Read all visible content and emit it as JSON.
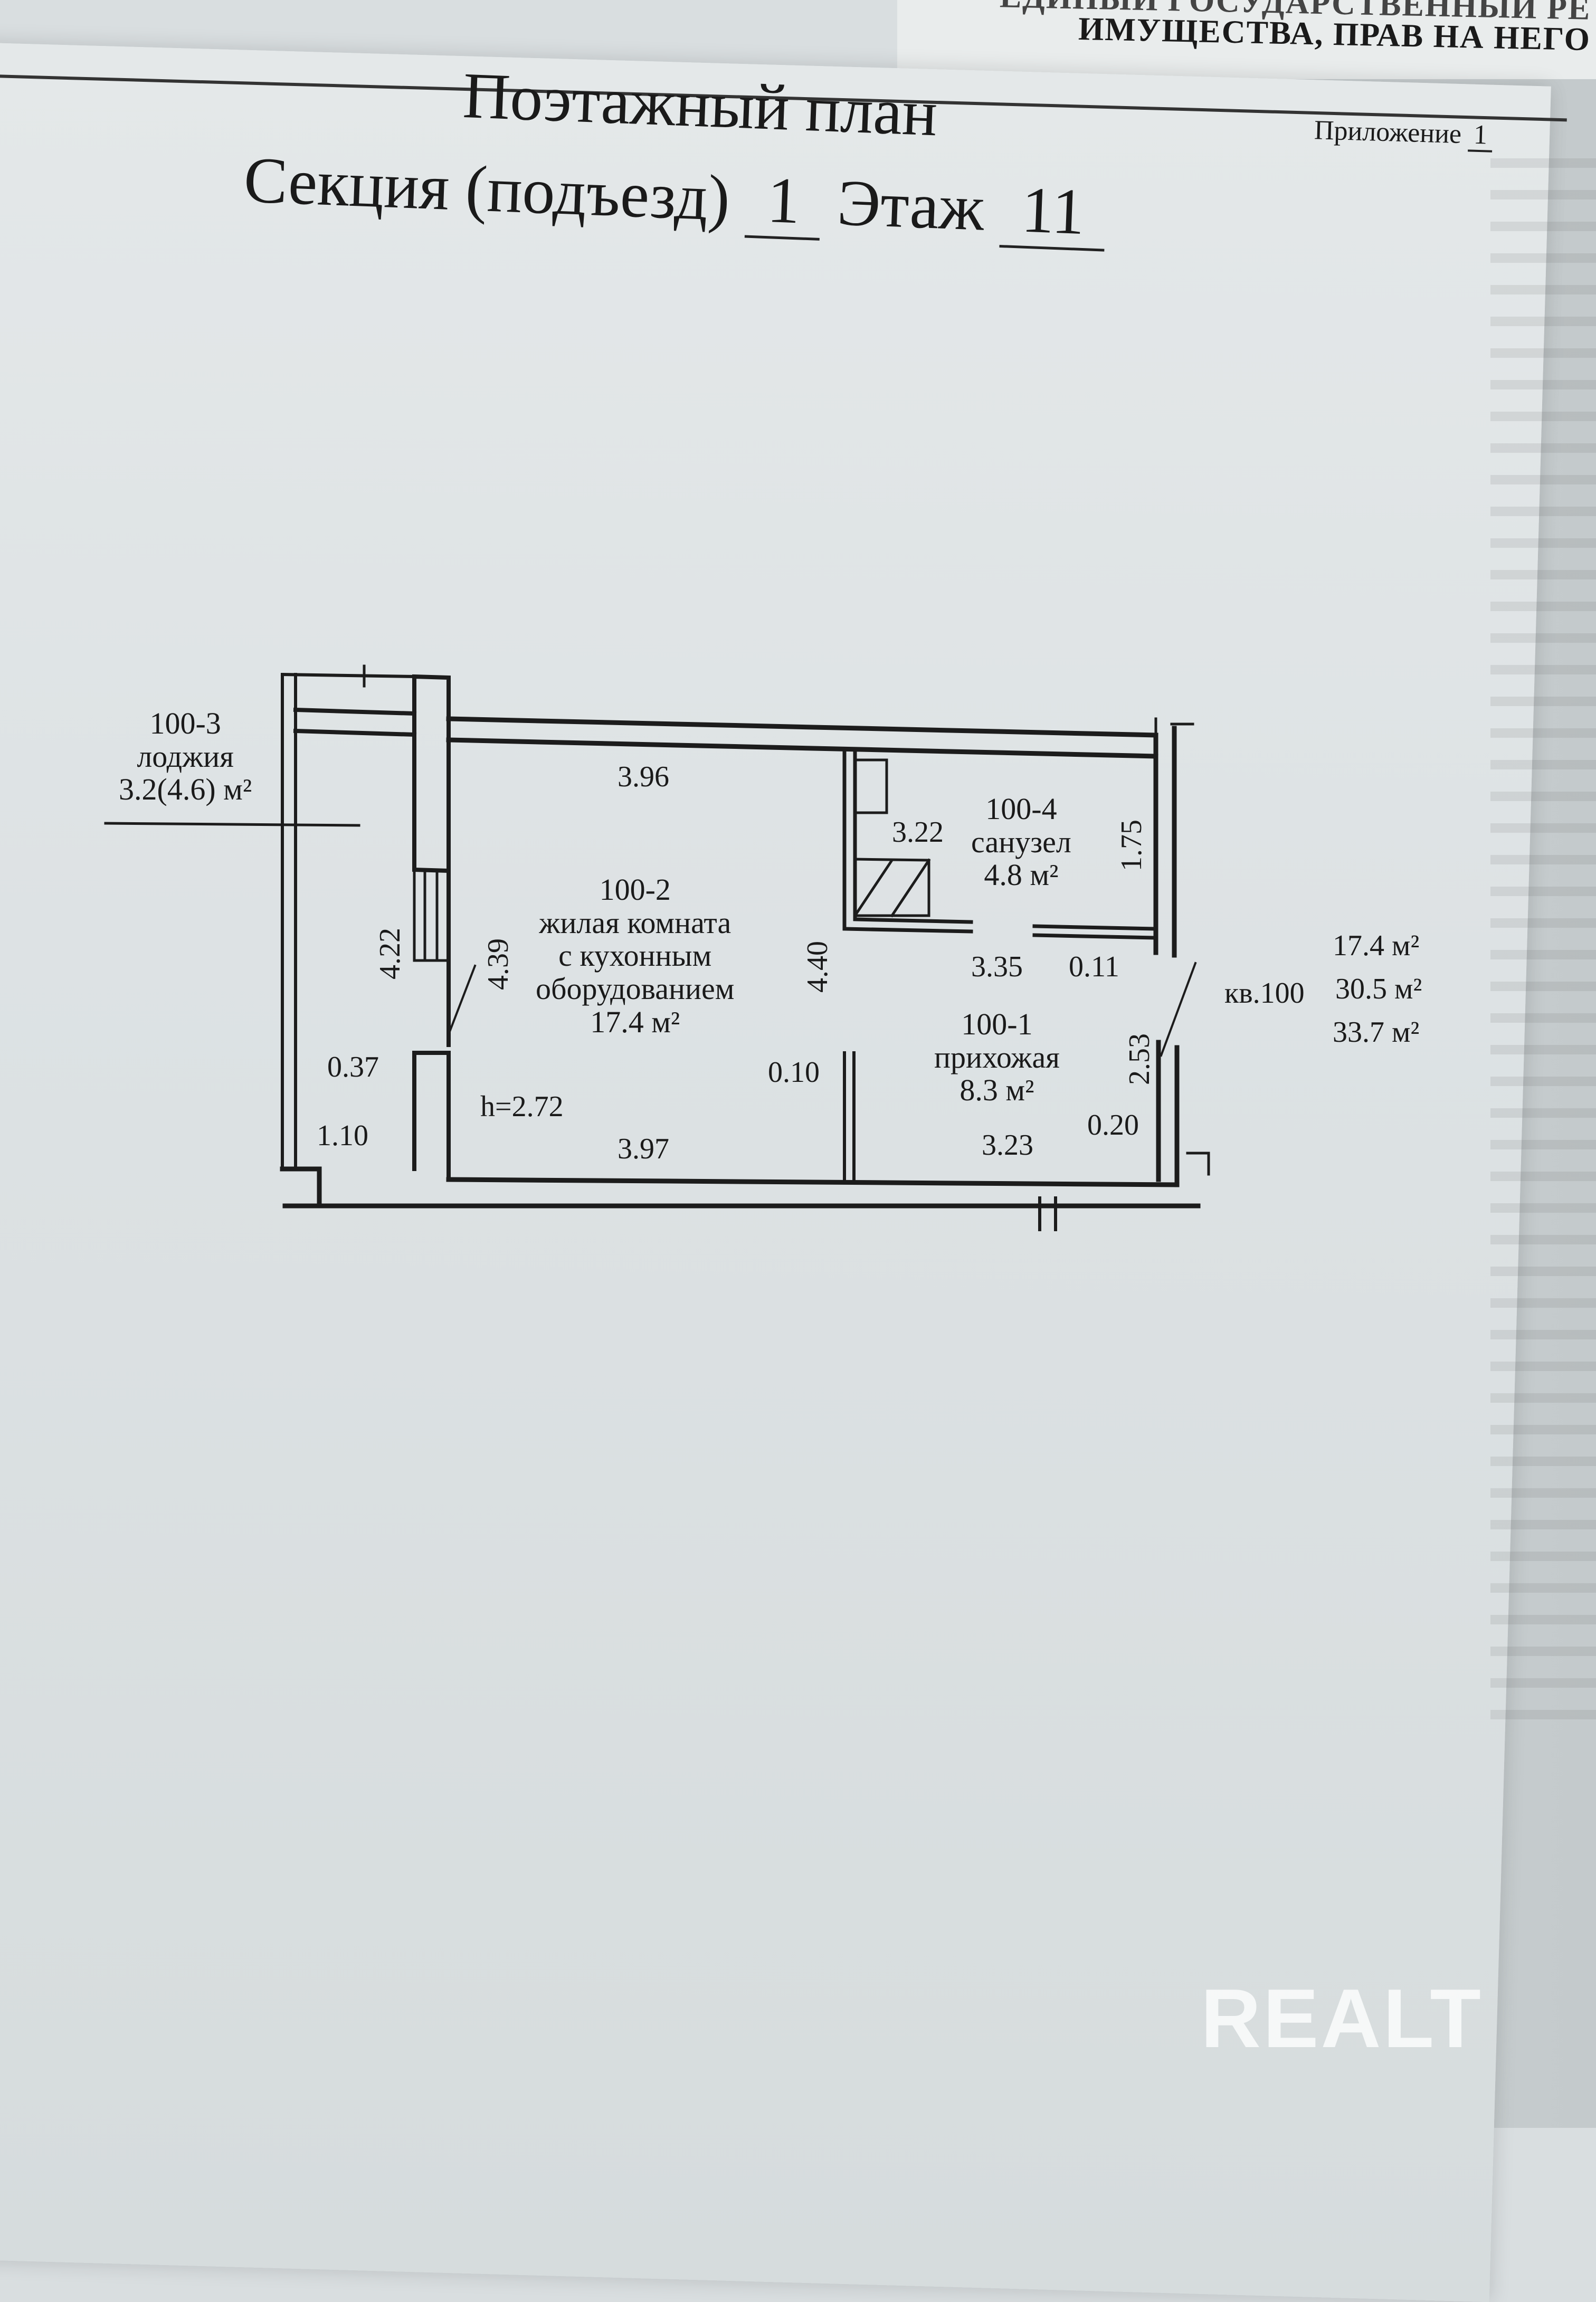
{
  "header": {
    "cut_text": "ЕДИНЫЙ ГОСУДАРСТВЕННЫЙ РЕ",
    "text": "ИМУЩЕСТВА, ПРАВ НА НЕГО"
  },
  "title": {
    "line1": "Поэтажный план",
    "section_label": "Секция (подъезд)",
    "section_value": "1",
    "floor_label": "Этаж",
    "floor_value": "11"
  },
  "appendix": {
    "label": "Приложение",
    "number": "1"
  },
  "rooms": {
    "loggia": {
      "id": "100-3",
      "name": "лоджия",
      "area": "3.2(4.6) м²"
    },
    "living": {
      "id": "100-2",
      "name_1": "жилая комната",
      "name_2": "с кухонным",
      "name_3": "оборудованием",
      "area": "17.4 м²"
    },
    "bathroom": {
      "id": "100-4",
      "name": "санузел",
      "area": "4.8 м²"
    },
    "hall": {
      "id": "100-1",
      "name": "прихожая",
      "area": "8.3 м²"
    }
  },
  "apartment": {
    "label": "кв.100",
    "area_living": "17.4 м²",
    "area_total": "30.5 м²",
    "area_with_loggia": "33.7 м²"
  },
  "dimensions": {
    "living_top": "3.96",
    "living_bottom": "3.97",
    "living_height": "4.40",
    "bath_width": "3.22",
    "bath_height": "1.75",
    "hall_top": "3.35",
    "hall_gap": "0.11",
    "hall_bottom": "3.23",
    "hall_height": "2.53",
    "loggia_len": "4.22",
    "living_left": "4.39",
    "wall_a": "0.37",
    "loggia_width": "1.10",
    "ceiling": "h=2.72",
    "partition": "0.10",
    "entry_wall": "0.20"
  },
  "watermark": "REALT"
}
